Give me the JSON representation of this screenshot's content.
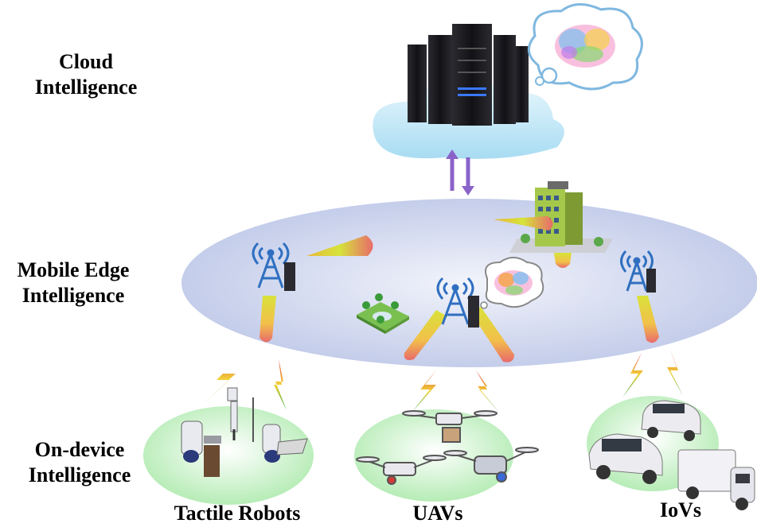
{
  "layers": {
    "cloud": {
      "line1": "Cloud",
      "line2": "Intelligence"
    },
    "edge": {
      "line1": "Mobile Edge",
      "line2": "Intelligence"
    },
    "device": {
      "line1": "On-device",
      "line2": "Intelligence"
    }
  },
  "devices": {
    "robots": "Tactile Robots",
    "uavs": "UAVs",
    "iovs": "IoVs"
  },
  "colors": {
    "edge_ellipse": "#c9d3ee",
    "device_ellipse": "#c6f0c6",
    "cloud": "#bfe6f5",
    "arrow": "#8a63c9",
    "server": "#1e1e24",
    "beam_start": "#e85a5a",
    "beam_end": "#f2e23a"
  },
  "icons": [
    "server-rack-icon",
    "brain-icon",
    "cell-tower-icon",
    "building-icon",
    "park-icon",
    "lightning-icon",
    "robot-icon",
    "drone-icon",
    "car-icon",
    "truck-icon"
  ]
}
